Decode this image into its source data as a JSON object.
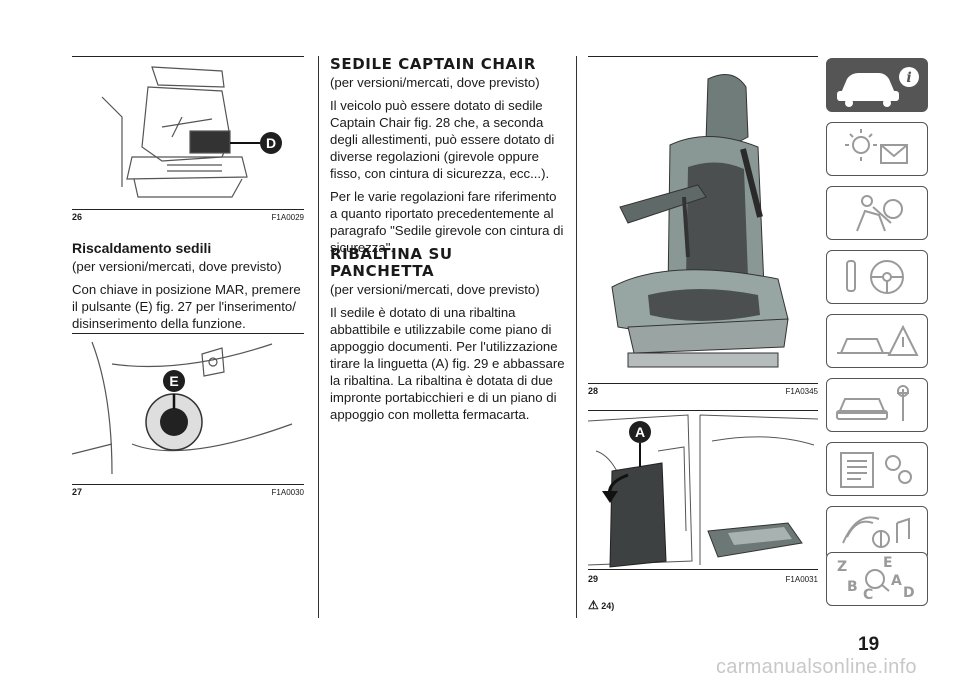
{
  "figures": {
    "fig26": {
      "number": "26",
      "code": "F1A0029",
      "callout": "D"
    },
    "fig27": {
      "number": "27",
      "code": "F1A0030",
      "callout": "E"
    },
    "fig28": {
      "number": "28",
      "code": "F1A0345"
    },
    "fig29": {
      "number": "29",
      "code": "F1A0031",
      "callout": "A"
    }
  },
  "sections": {
    "heated_seats": {
      "title": "Riscaldamento sedili",
      "availability": "(per versioni/mercati, dove previsto)",
      "body": "Con chiave in posizione MAR, premere il pulsante (E) fig. 27 per l'inserimento/ disinserimento della funzione."
    },
    "captain_chair": {
      "title": "SEDILE CAPTAIN CHAIR",
      "availability": "(per versioni/mercati, dove previsto)",
      "para1": "Il veicolo può essere dotato di sedile Captain Chair fig. 28 che, a seconda degli allestimenti, può essere dotato di diverse regolazioni (girevole oppure fisso, con cintura di sicurezza, ecc...).",
      "para2": "Per le varie regolazioni fare riferimento a quanto riportato precedentemente al paragrafo \"Sedile girevole con cintura di sicurezza\"."
    },
    "fold_down": {
      "title": "RIBALTINA SU PANCHETTA",
      "availability": "(per versioni/mercati, dove previsto)",
      "body": "Il sedile è dotato di una ribaltina abbattibile e utilizzabile come piano di appoggio documenti. Per l'utilizzazione tirare la linguetta (A) fig. 29 e abbassare la ribaltina. La ribaltina è dotata di due impronte portabicchieri e di un piano di appoggio con molletta fermacarta."
    }
  },
  "warning_ref": "24)",
  "page_number": "19",
  "watermark": "carmanualsonline.info",
  "side_tabs": [
    {
      "icon": "car-info-icon",
      "active": true
    },
    {
      "icon": "dashboard-lights-icon",
      "active": false
    },
    {
      "icon": "airbag-person-icon",
      "active": false
    },
    {
      "icon": "steering-wheel-icon",
      "active": false
    },
    {
      "icon": "road-warning-icon",
      "active": false
    },
    {
      "icon": "car-maintenance-icon",
      "active": false
    },
    {
      "icon": "specs-gear-icon",
      "active": false
    },
    {
      "icon": "multimedia-icon",
      "active": false
    },
    {
      "icon": "index-letters-icon",
      "active": false
    }
  ],
  "colors": {
    "tab_active": "#555555",
    "seat_gray": "#7d8b88"
  }
}
